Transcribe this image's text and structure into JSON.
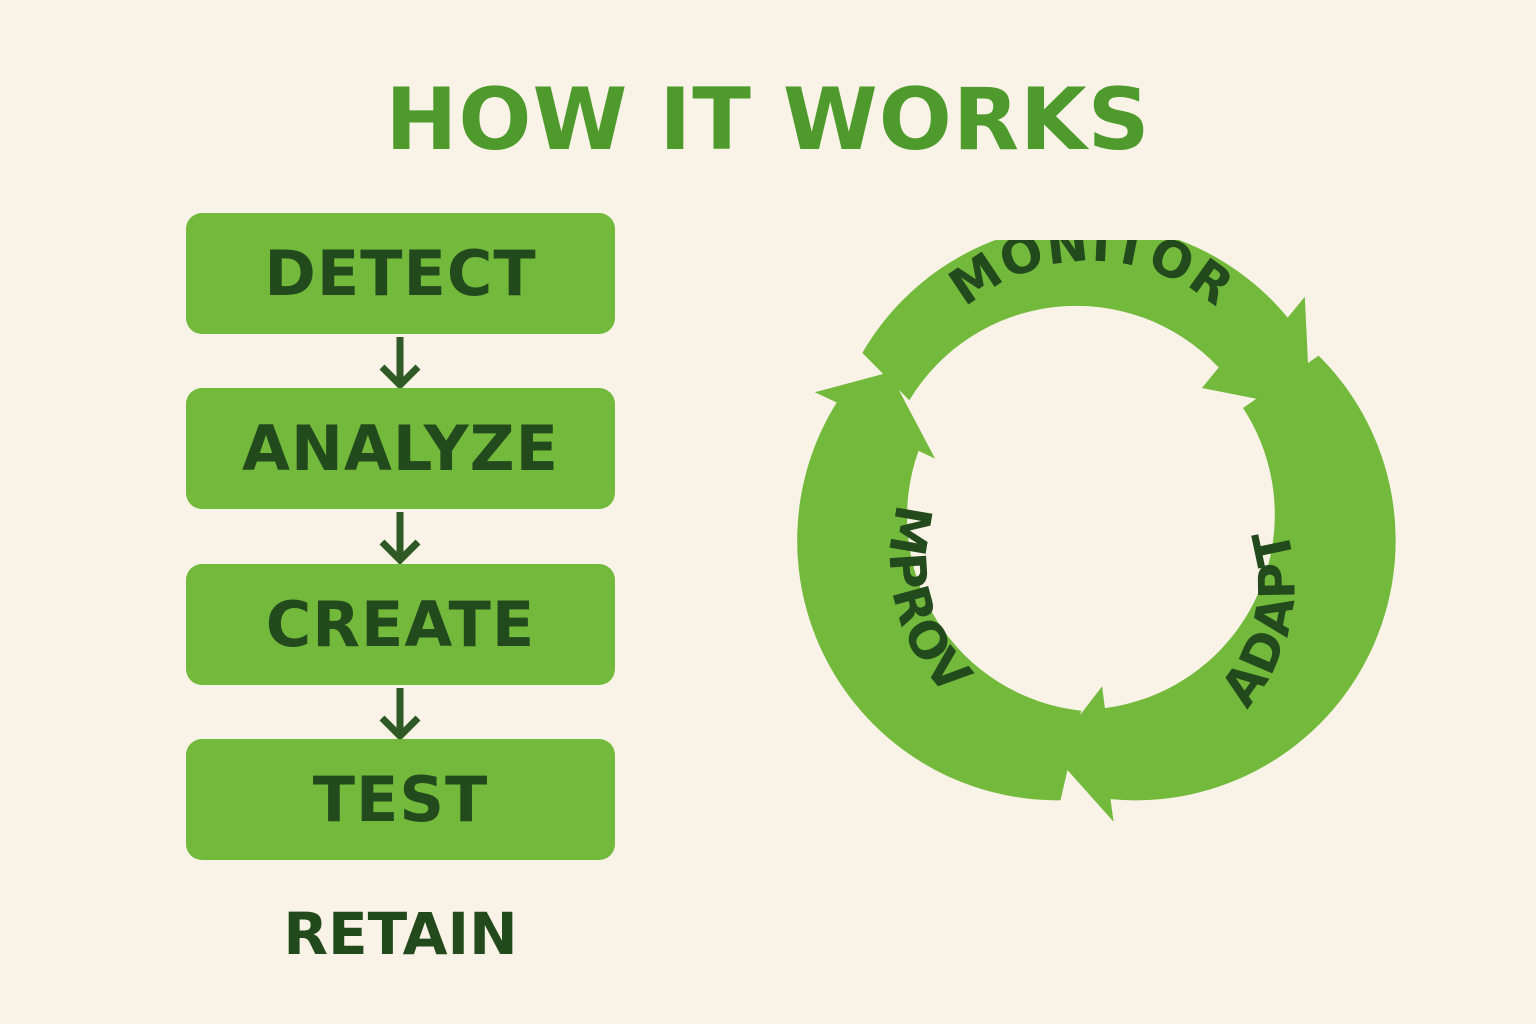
{
  "title": "HOW IT WORKS",
  "colors": {
    "background": "#f8f3e6",
    "accent": "#72b93c",
    "title": "#4e9a2c",
    "text_dark": "#234a1c"
  },
  "flow": {
    "steps": [
      "DETECT",
      "ANALYZE",
      "CREATE",
      "TEST"
    ],
    "footer": "RETAIN"
  },
  "cycle": {
    "labels": [
      "MONITOR",
      "ADAPT",
      "IMPROVE"
    ]
  }
}
